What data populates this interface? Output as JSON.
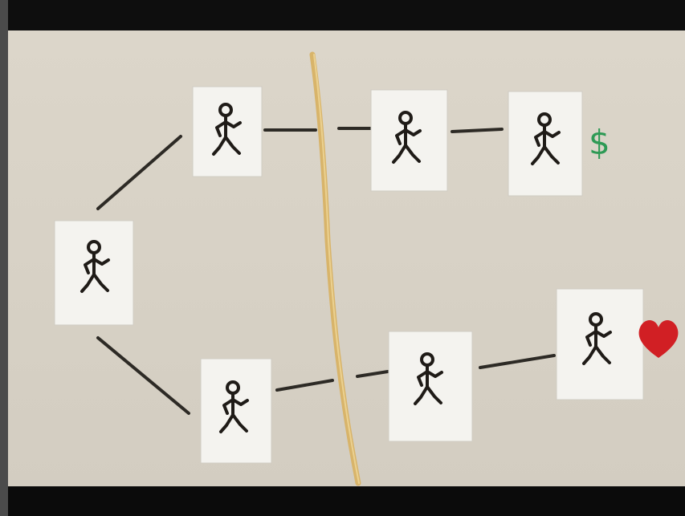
{
  "scene": {
    "figures": [
      {
        "id": "root"
      },
      {
        "id": "upper-1"
      },
      {
        "id": "upper-2"
      },
      {
        "id": "upper-3"
      },
      {
        "id": "lower-1"
      },
      {
        "id": "lower-2"
      },
      {
        "id": "lower-3"
      }
    ],
    "symbols": {
      "money": "$",
      "heart": "heart"
    },
    "colors": {
      "board": "#d8d2c6",
      "stick": "#1f1b17",
      "dollar": "#2e9a55",
      "heart": "#d11f24",
      "divider": "#d8b46a"
    }
  }
}
